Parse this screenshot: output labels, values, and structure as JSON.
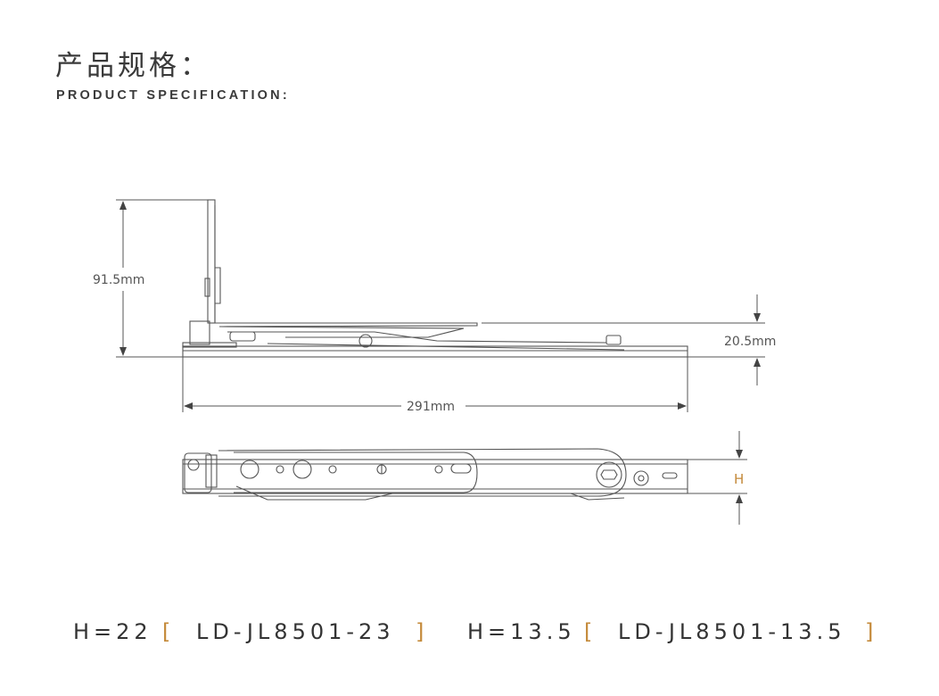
{
  "header": {
    "title_cn": "产品规格：",
    "title_en": "PRODUCT SPECIFICATION:"
  },
  "dimensions": {
    "height": "91.5mm",
    "thickness": "20.5mm",
    "length": "291mm",
    "h_label": "H"
  },
  "models": [
    {
      "h_value": "H=22",
      "open": "[",
      "code": "LD-JL8501-23",
      "close": "]"
    },
    {
      "h_value": "H=13.5",
      "open": "[",
      "code": "LD-JL8501-13.5",
      "close": "]"
    }
  ],
  "colors": {
    "accent": "#c48a3a",
    "line": "#555555"
  }
}
